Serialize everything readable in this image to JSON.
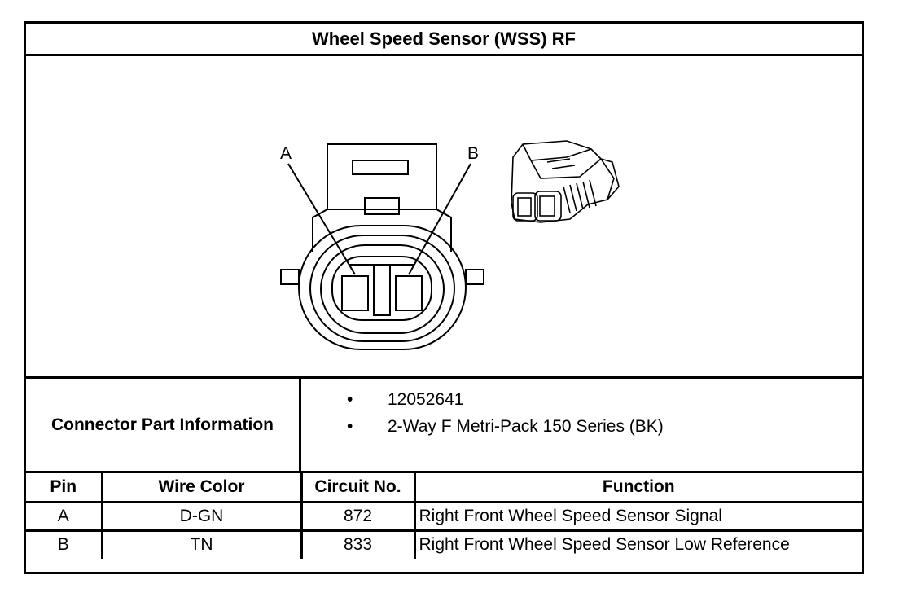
{
  "title": "Wheel Speed Sensor (WSS) RF",
  "diagram": {
    "pin_labels": [
      "A",
      "B"
    ]
  },
  "connector_info": {
    "label": "Connector Part Information",
    "items": [
      "12052641",
      "2-Way F Metri-Pack 150 Series (BK)"
    ],
    "bullet": "•"
  },
  "table": {
    "headers": [
      "Pin",
      "Wire Color",
      "Circuit No.",
      "Function"
    ],
    "rows": [
      [
        "A",
        "D-GN",
        "872",
        "Right Front Wheel Speed Sensor Signal"
      ],
      [
        "B",
        "TN",
        "833",
        "Right Front Wheel Speed Sensor Low Reference"
      ]
    ]
  }
}
